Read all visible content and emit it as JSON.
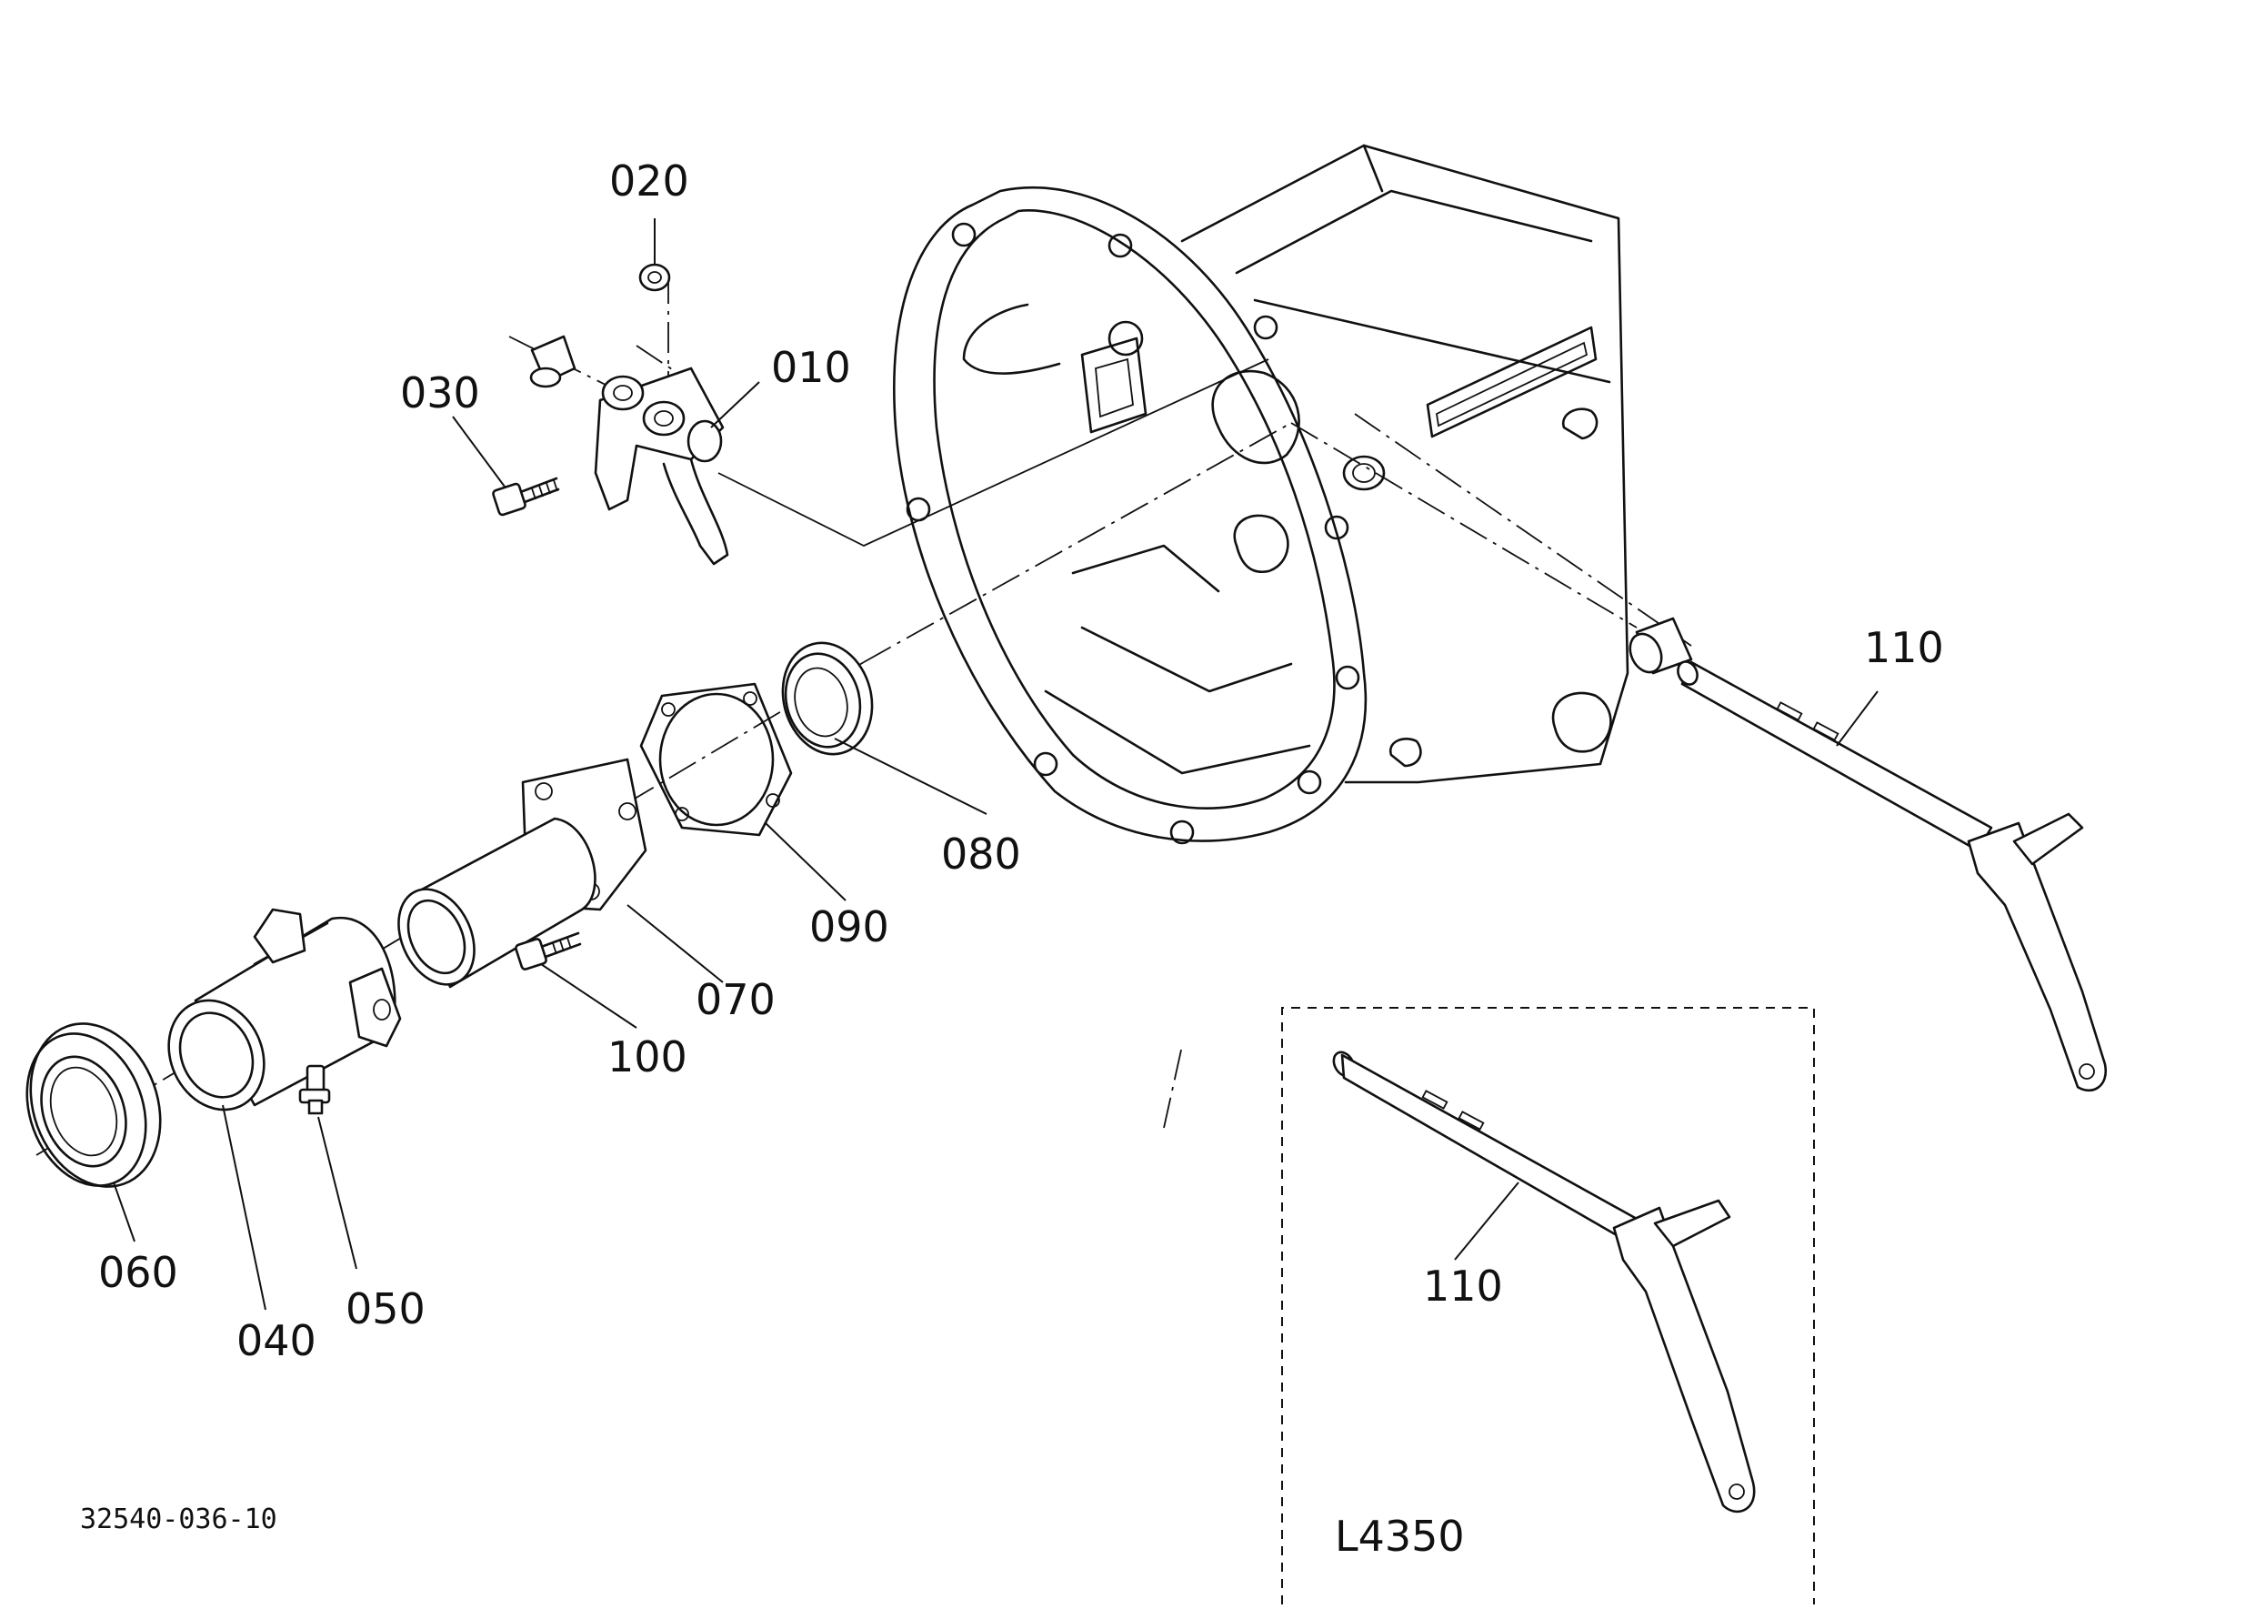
{
  "diagram": {
    "drawing_number": "32540-036-10",
    "inset_label": "L4350",
    "callouts": {
      "p010": "010",
      "p020": "020",
      "p030": "030",
      "p040": "040",
      "p050": "050",
      "p060": "060",
      "p070": "070",
      "p080": "080",
      "p090": "090",
      "p100": "100",
      "p110_main": "110",
      "p110_inset": "110"
    }
  }
}
